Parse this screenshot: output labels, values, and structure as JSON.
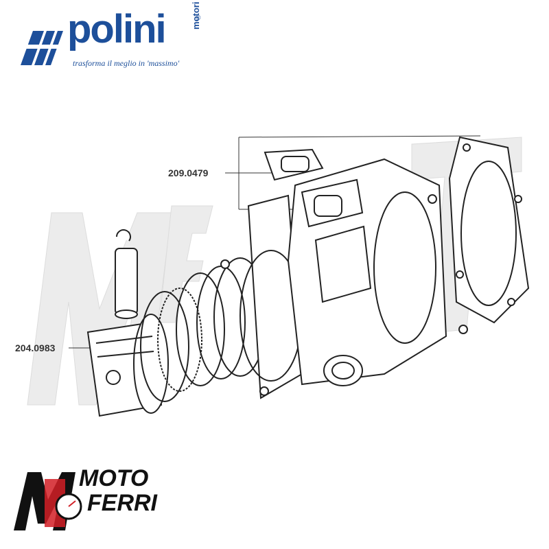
{
  "brand": {
    "name": "polini",
    "sub": "motori",
    "registered": "®",
    "tagline": "trasforma il meglio in 'massimo'",
    "color": "#1d4f9a"
  },
  "parts": {
    "cylinder_label": "209.0479",
    "piston_label": "204.0983"
  },
  "footer": {
    "line1": "MOTO",
    "line2": "FERRI",
    "accent_color": "#d21f26"
  },
  "watermark": {
    "color": "#e9e9e9"
  }
}
